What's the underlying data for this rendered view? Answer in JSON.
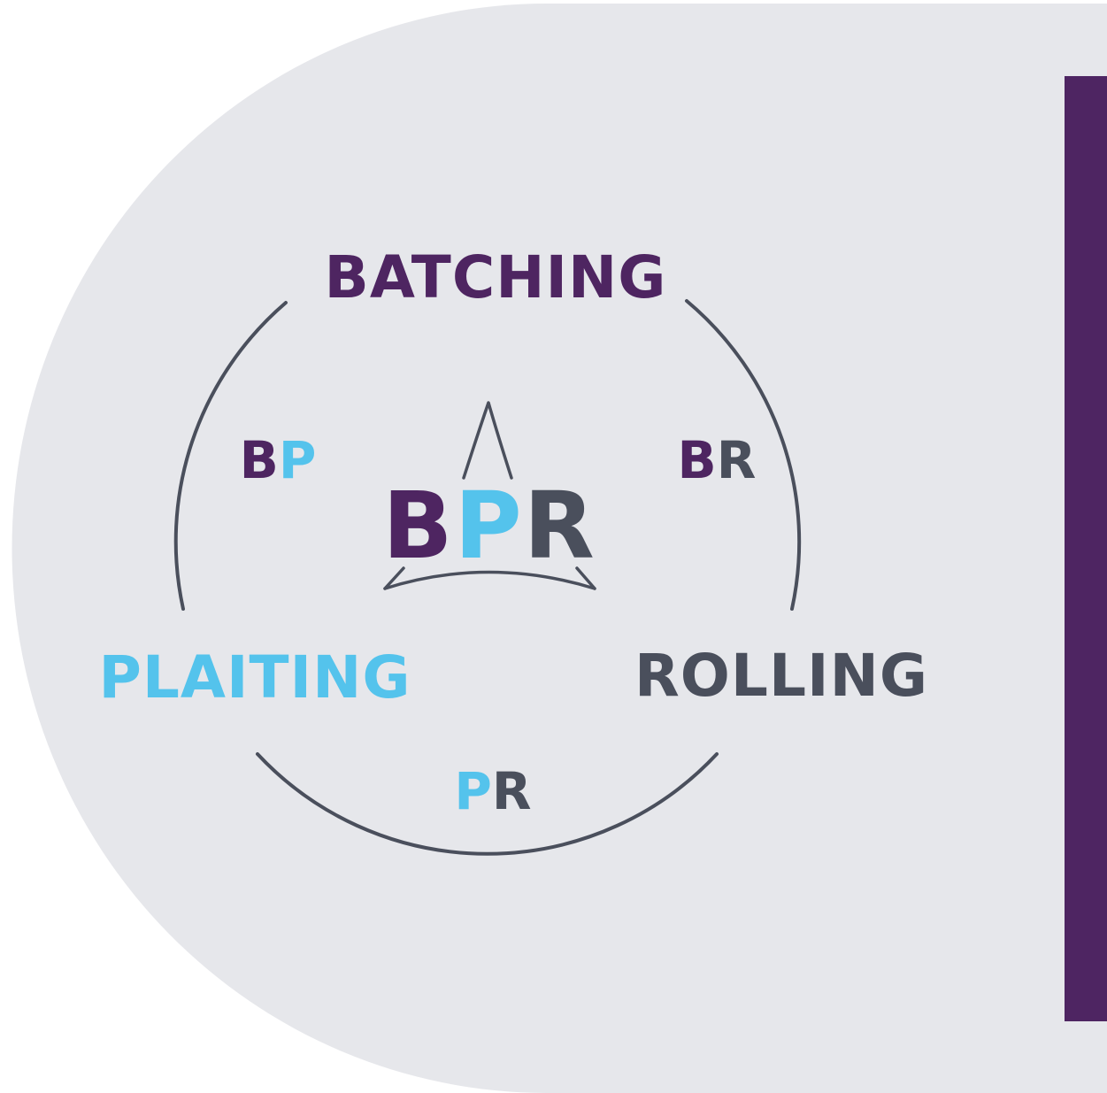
{
  "colors": {
    "background_panel": "#e6e7eb",
    "side_bar": "#4e2562",
    "batching": "#4e2561",
    "plaiting": "#54c3ec",
    "rolling": "#4a4f5c",
    "ring": "#4a4f5c"
  },
  "diagram": {
    "stages": {
      "batching": "BATCHING",
      "plaiting": "PLAITING",
      "rolling": "ROLLING"
    },
    "pairs": {
      "bp": {
        "first": "B",
        "second": "P"
      },
      "br": {
        "first": "B",
        "second": "R"
      },
      "pr": {
        "first": "P",
        "second": "R"
      }
    },
    "logo": {
      "b": "B",
      "p": "P",
      "r": "R",
      "icon": "tent-roof-icon"
    }
  }
}
